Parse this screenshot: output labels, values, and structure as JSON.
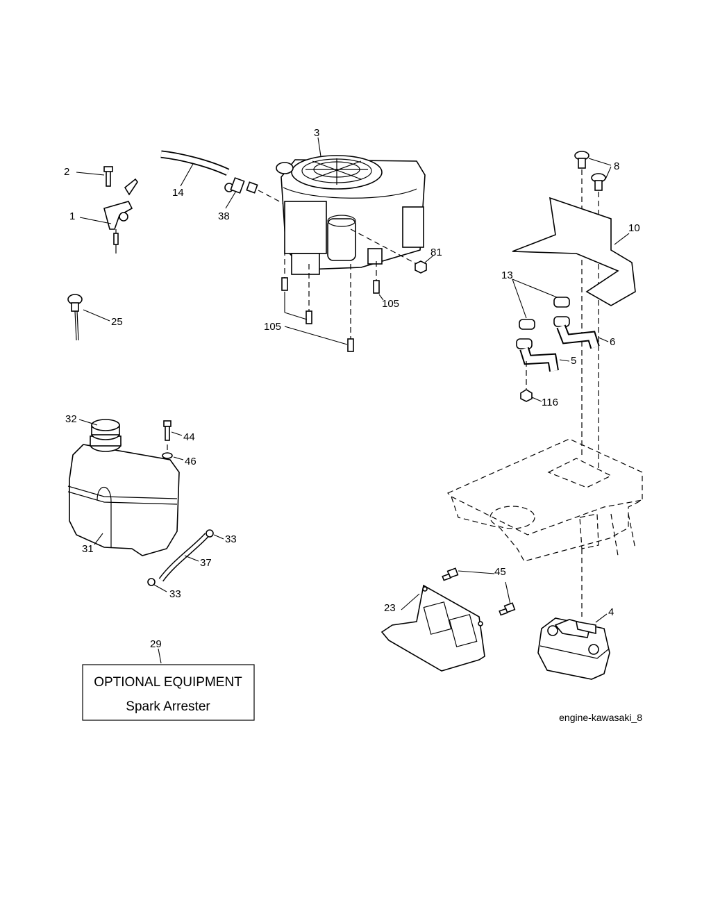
{
  "diagram": {
    "drawing_id": "engine-kawasaki_8",
    "optional_box": {
      "callout": "29",
      "title": "OPTIONAL EQUIPMENT",
      "subtitle": "Spark Arrester"
    },
    "callouts": {
      "c1": "1",
      "c2": "2",
      "c3": "3",
      "c4": "4",
      "c5": "5",
      "c6": "6",
      "c8": "8",
      "c10": "10",
      "c13": "13",
      "c14": "14",
      "c23": "23",
      "c25": "25",
      "c31": "31",
      "c32": "32",
      "c33a": "33",
      "c33b": "33",
      "c37": "37",
      "c38": "38",
      "c44": "44",
      "c45": "45",
      "c46": "46",
      "c81": "81",
      "c105a": "105",
      "c105b": "105",
      "c116": "116"
    }
  }
}
